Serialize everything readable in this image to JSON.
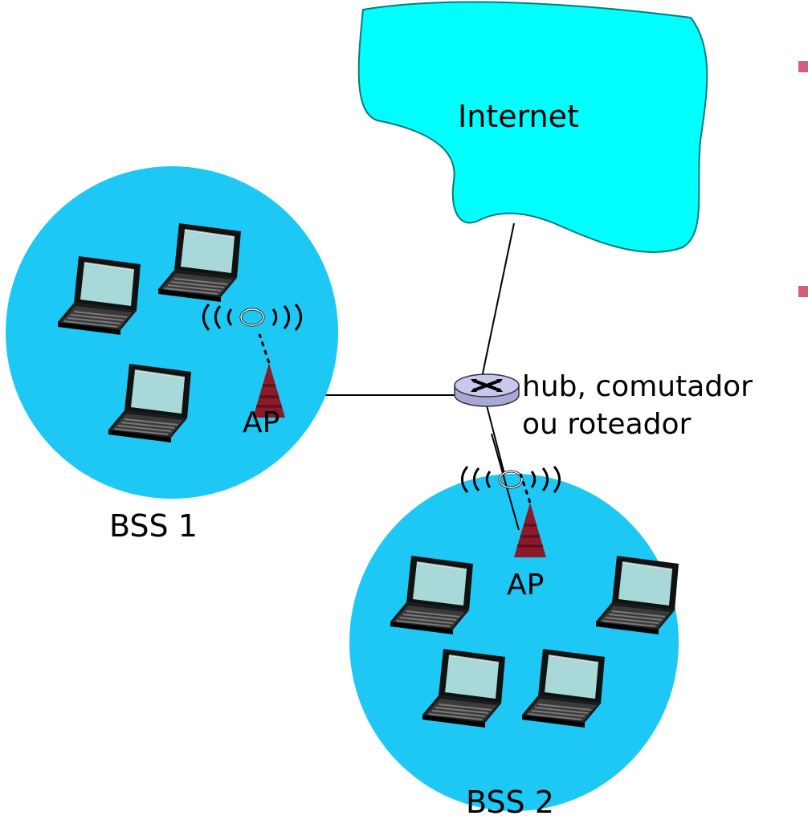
{
  "diagram": {
    "internet_label": "Internet",
    "router_label_line1": "hub, comutador",
    "router_label_line2": "ou roteador",
    "bss1": {
      "label": "BSS 1",
      "ap_label": "AP"
    },
    "bss2": {
      "label": "BSS 2",
      "ap_label": "AP"
    }
  },
  "colors": {
    "internet_cloud": "#00FFFF",
    "bss_circle": "#1EC8F5",
    "access_point": "#8B1A2A",
    "router_body": "#C8C8EC",
    "wires": "#000000",
    "laptop_screen": "#A8D8D8",
    "side_marker": "#D0607A"
  },
  "icons": {
    "internet": "cloud-shape",
    "router": "router-icon",
    "access_point": "access-point-antenna-icon",
    "wireless_signal": "radio-waves-icon",
    "host": "laptop-icon"
  }
}
